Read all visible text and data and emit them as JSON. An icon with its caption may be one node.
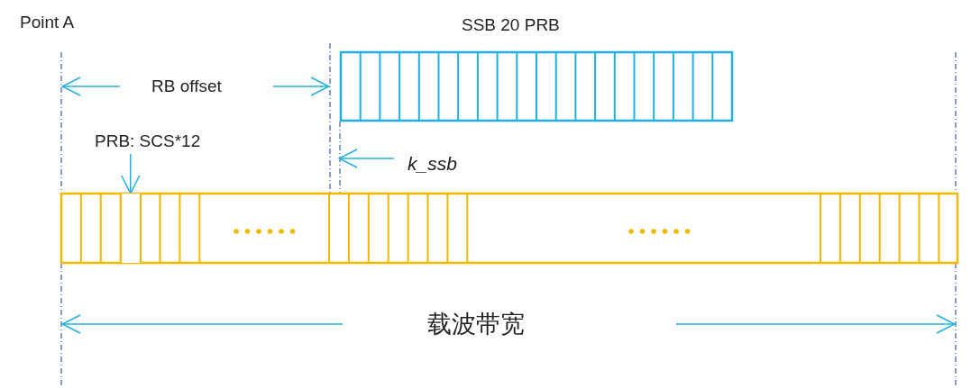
{
  "diagram": {
    "nodes": [
      {
        "text": [
          "SSB 20 PRB"
        ]
      },
      {
        "text": [],
        "shape": "bar"
      },
      {
        "text": [
          "PRB: SCS*12"
        ]
      },
      {
        "text": [],
        "shape": "box",
        "in": 1
      }
    ],
    "edges": [
      {
        "from": 2,
        "to": 3,
        "arrow": "to"
      }
    ],
    "labels": [
      "Point A",
      "RB offset",
      "k_ssb",
      "载波带宽"
    ]
  }
}
